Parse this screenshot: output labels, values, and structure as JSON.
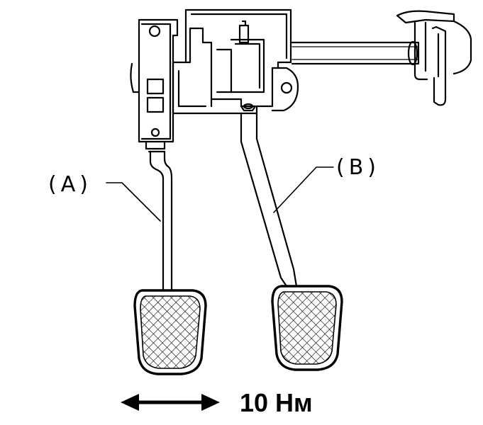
{
  "labels": {
    "a": "(A)",
    "b": "(B)"
  },
  "torque_text": "10 Нм",
  "colors": {
    "line": "#000000",
    "background": "#ffffff"
  }
}
